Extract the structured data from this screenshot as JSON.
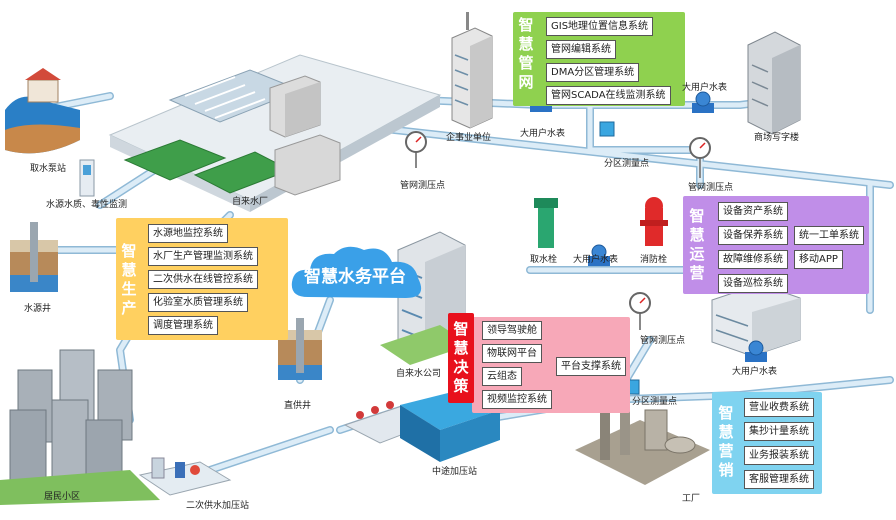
{
  "center_title": "智慧水务平台",
  "colors": {
    "pipe": "#cfe4f2",
    "pipe_edge": "#8fb9d6",
    "management": "#8fd14f",
    "production": "#ffd060",
    "operation": "#c08ee8",
    "decision": "#f7a8b8",
    "decision_title": "#e8101c",
    "marketing": "#7fd3f0",
    "cloud": "#3aa0e8"
  },
  "panels": {
    "management": {
      "title": "智慧管网",
      "items": [
        "GIS地理位置信息系统",
        "管网编辑系统",
        "DMA分区管理系统",
        "管网SCADA在线监测系统"
      ]
    },
    "production": {
      "title": "智慧生产",
      "items": [
        "水源地监控系统",
        "水厂生产管理监测系统",
        "二次供水在线管控系统",
        "化验室水质管理系统",
        "调度管理系统"
      ]
    },
    "operation": {
      "title": "智慧运营",
      "items": [
        "设备资产系统",
        "设备保养系统",
        "统一工单系统",
        "故障维修系统",
        "移动APP",
        "设备巡检系统"
      ]
    },
    "decision": {
      "title": "智慧决策",
      "items": [
        "领导驾驶舱",
        "物联网平台",
        "云组态",
        "视频监控系统"
      ],
      "side_item": "平台支撑系统"
    },
    "marketing": {
      "title": "智慧营销",
      "items": [
        "营业收费系统",
        "集抄计量系统",
        "业务报装系统",
        "客服管理系统"
      ]
    }
  },
  "labels": {
    "intake_station": "取水泵站",
    "source_monitor": "水源水质、毒性监测",
    "water_plant": "自来水厂",
    "source_well": "水源井",
    "residential": "居民小区",
    "secondary_station": "二次供水加压站",
    "direct_well": "直供井",
    "water_company": "自来水公司",
    "booster_station": "中途加压站",
    "enterprise": "企事业单位",
    "big_meter_1": "大用户水表",
    "big_meter_2": "大用户水表",
    "big_meter_3": "大用户水表",
    "big_meter_4": "大用户水表",
    "office": "商场写字楼",
    "zone_point_1": "分区测量点",
    "zone_point_2": "分区测量点",
    "pressure_1": "管网测压点",
    "pressure_2": "管网测压点",
    "pressure_3": "管网测压点",
    "hydrant_intake": "取水栓",
    "fire_hydrant": "消防栓",
    "factory": "工厂"
  }
}
